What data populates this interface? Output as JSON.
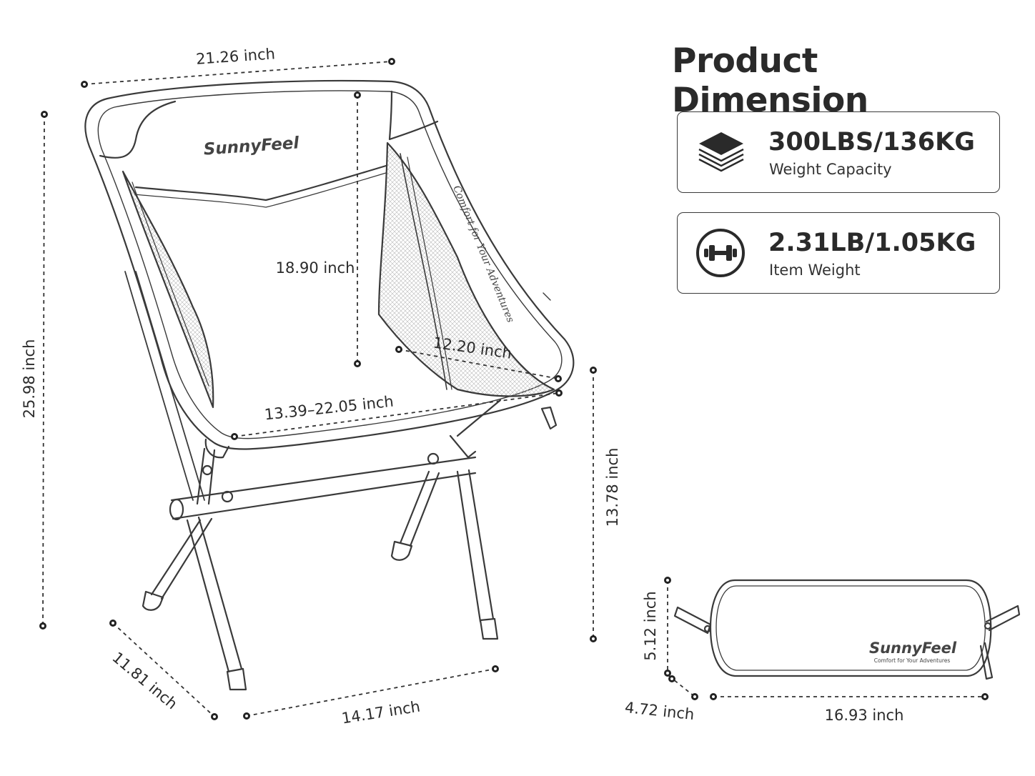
{
  "header": {
    "title": "Product Dimension"
  },
  "specs": [
    {
      "value": "300LBS/136KG",
      "label": "Weight Capacity",
      "icon": "layers-icon"
    },
    {
      "value": "2.31LB/1.05KG",
      "label": "Item Weight",
      "icon": "dumbbell-icon"
    }
  ],
  "chair": {
    "brand": "SunnyFeel",
    "tagline": "Comfort for Your Adventures",
    "dimensions": {
      "top_width": "21.26 inch",
      "total_height": "25.98 inch",
      "back_height": "18.90 inch",
      "pocket_width": "12.20 inch",
      "seat_width": "13.39–22.05 inch",
      "seat_height": "13.78 inch",
      "base_depth": "11.81 inch",
      "base_width": "14.17 inch"
    }
  },
  "bag": {
    "brand": "SunnyFeel",
    "tagline": "Comfort for Your Adventures",
    "dimensions": {
      "height": "5.12 inch",
      "depth": "4.72 inch",
      "length": "16.93 inch"
    }
  },
  "colors": {
    "line": "#3a3a3a",
    "text": "#2b2b2b",
    "background": "#ffffff"
  }
}
